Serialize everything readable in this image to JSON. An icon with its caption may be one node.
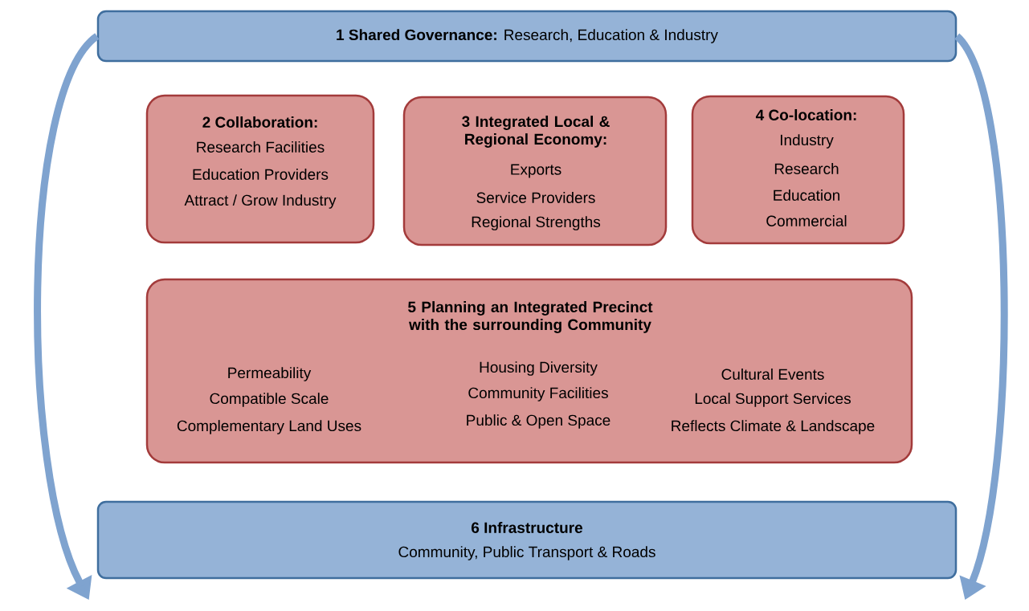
{
  "diagram": {
    "nodes": [
      {
        "text": [
          "**1 Shared Governance:** Research, Education & Industry"
        ]
      },
      {
        "text": [
          "2 Collaboration:",
          "Research Facilities",
          "Education Providers",
          "Attract / Grow Industry"
        ]
      },
      {
        "text": [
          "3 Integrated Local & Regional Economy:",
          "Exports",
          "Service Providers",
          "Regional Strengths"
        ]
      },
      {
        "text": [
          "4 Co-location:",
          "Industry",
          "Research",
          "Education",
          "Commercial"
        ]
      },
      {
        "text": [
          "5 Planning an Integrated Precinct with the surrounding Community",
          "Permeability",
          "Compatible Scale",
          "Complementary Land Uses",
          "Housing Diversity",
          "Community Facilities",
          "Public & Open Space",
          "Cultural Events",
          "Local Support Services",
          "Reflects Climate & Landscape"
        ]
      },
      {
        "text": [
          "6 Infrastructure",
          "Community, Public Transport & Roads"
        ]
      }
    ],
    "edges": [
      {
        "from": 0,
        "to": 5,
        "arrow": "to"
      },
      {
        "from": 0,
        "to": 5,
        "arrow": "to"
      }
    ]
  }
}
